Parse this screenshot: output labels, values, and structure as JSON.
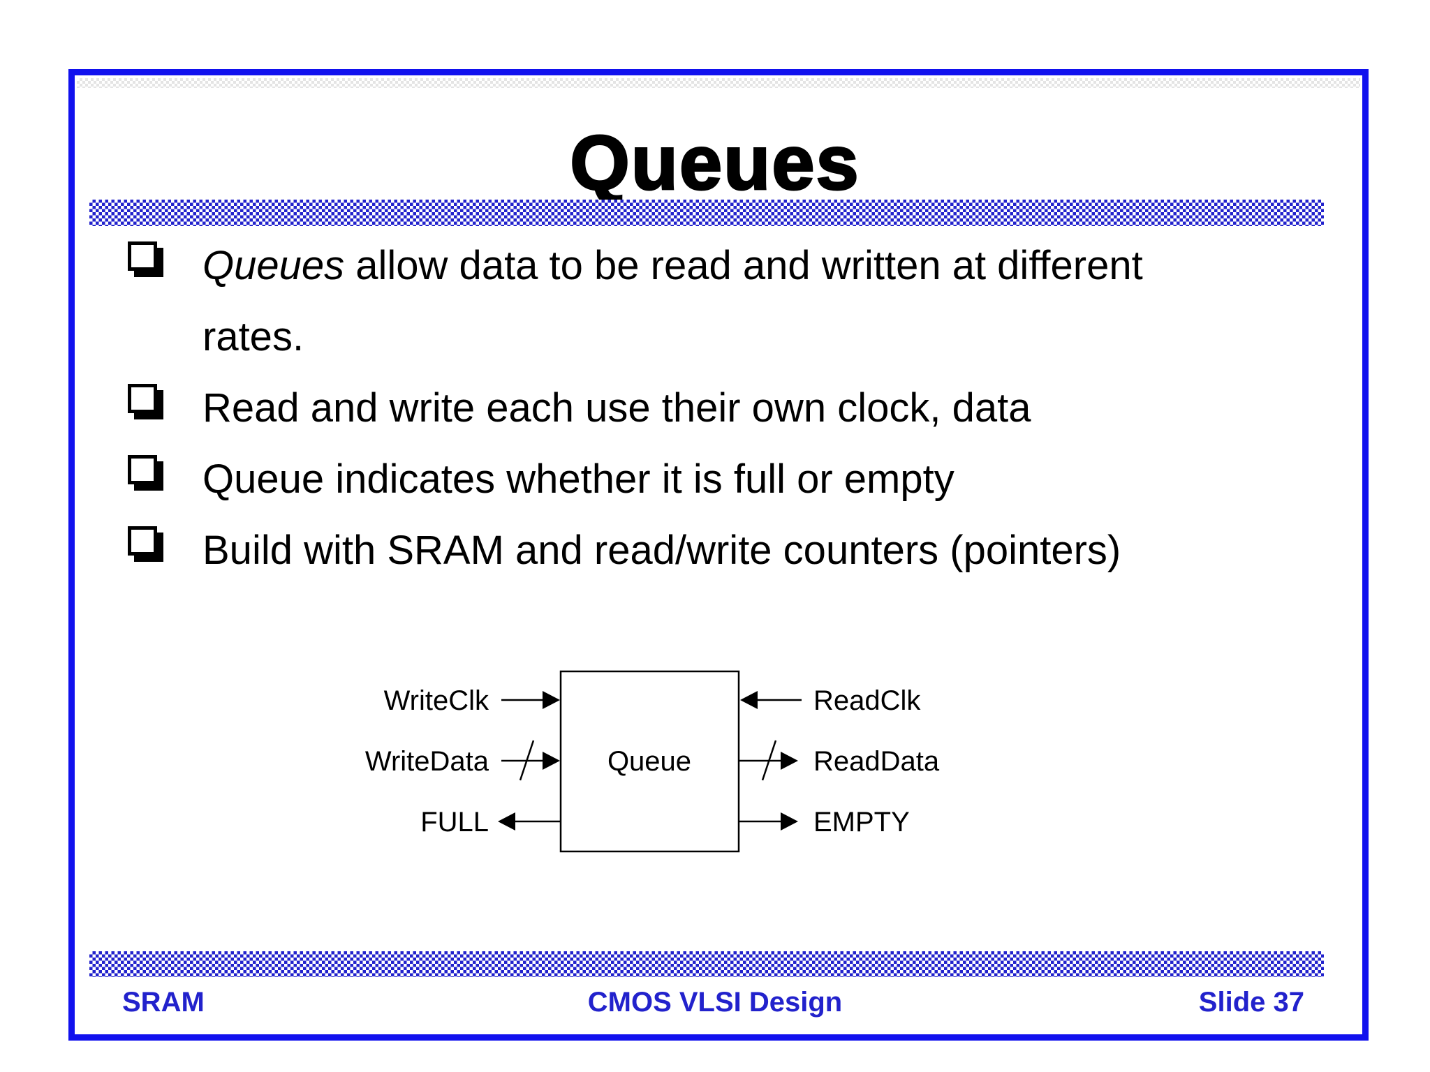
{
  "slide": {
    "title": "Queues",
    "bullets": [
      {
        "italic": "Queues",
        "text": " allow data to be read and written at different rates."
      },
      {
        "italic": "",
        "text": "Read and write each use their own clock, data"
      },
      {
        "italic": "",
        "text": "Queue indicates whether it is full or empty"
      },
      {
        "italic": "",
        "text": "Build with SRAM and read/write counters (pointers)"
      }
    ],
    "diagram": {
      "box_label": "Queue",
      "left_signals": [
        "WriteClk",
        "WriteData",
        "FULL"
      ],
      "right_signals": [
        "ReadClk",
        "ReadData",
        "EMPTY"
      ]
    },
    "footer": {
      "left": "SRAM",
      "center": "CMOS VLSI Design",
      "right": "Slide 37"
    },
    "colors": {
      "border_blue": "#1111ee",
      "checker_blue": "#2222cc",
      "footer_blue": "#2222cc"
    }
  }
}
